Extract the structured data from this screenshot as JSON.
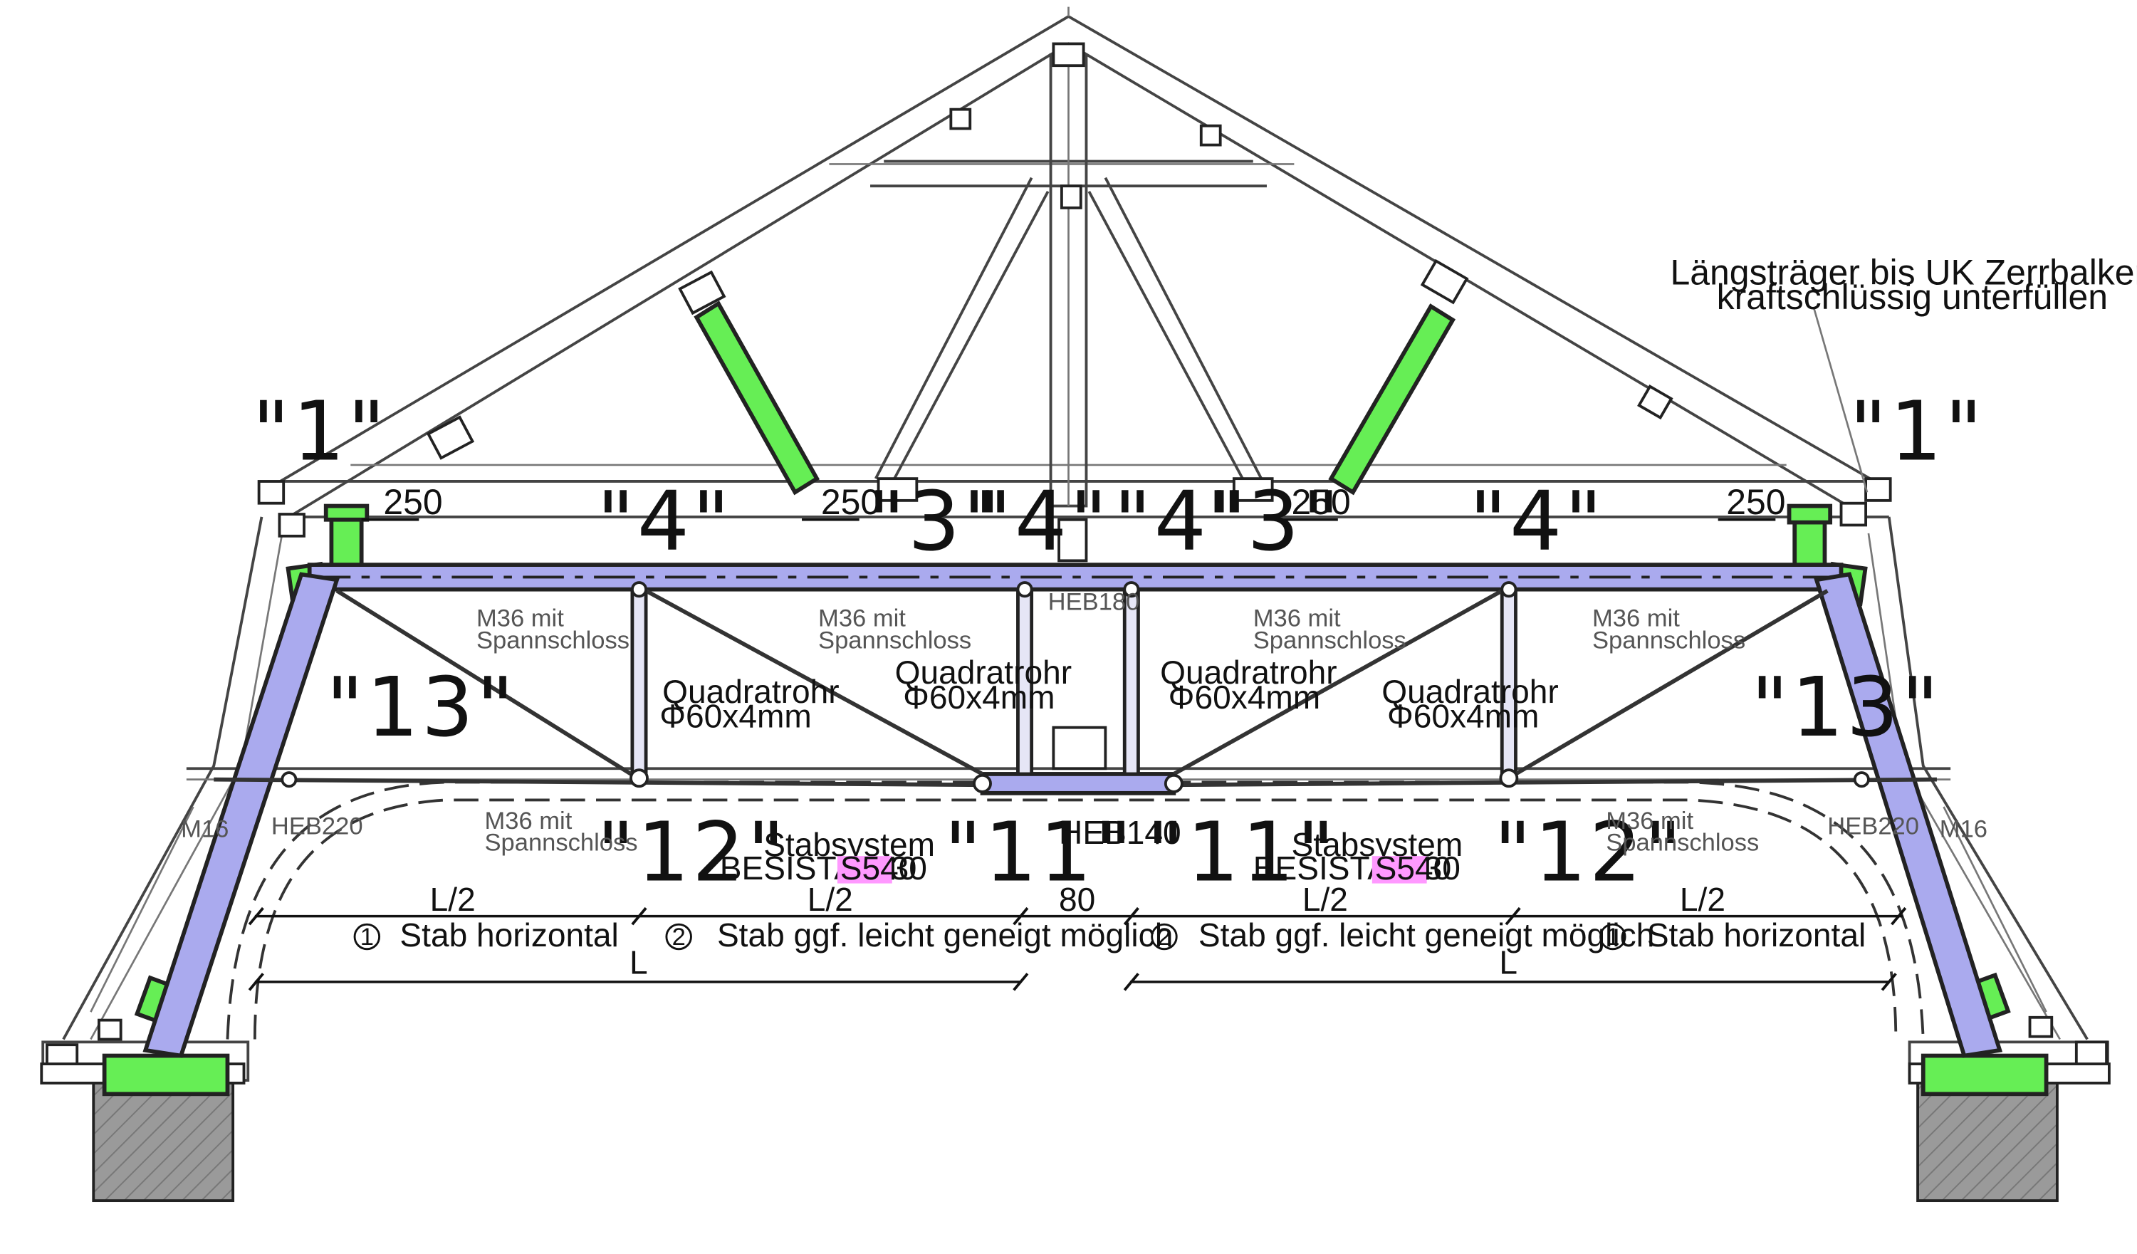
{
  "labels": {
    "zone_1_left": "\"1\"",
    "zone_1_right": "\"1\"",
    "zone_4_a": "\"4\"",
    "zone_3_a": "\"3\"",
    "zone_4_b": "\"4\"",
    "zone_4_c": "\"4\"",
    "zone_3_b": "\"3\"",
    "zone_4_d": "\"4\"",
    "zone_13_left": "\"13\"",
    "zone_13_right": "\"13\"",
    "zone_12_left": "\"12\"",
    "zone_11_left": "\"11\"",
    "zone_11_right": "\"11\"",
    "zone_12_right": "\"12\""
  },
  "note_top_right": {
    "line1": "Längsträger bis UK Zerrbalken",
    "line2": "kraftschlüssig unterfüllen"
  },
  "dimensions_250": [
    "250",
    "250",
    "250",
    "250"
  ],
  "profiles": {
    "heb180": "HEB180",
    "heb140": "HEB140",
    "heb220_left": "HEB220",
    "heb220_right": "HEB220",
    "m16_left": "M16",
    "m16_right": "M16"
  },
  "rods": {
    "m36_label": "M36 mit",
    "spann_label": "Spannschloss"
  },
  "quadratrohr": {
    "title": "Quadratrohr",
    "size": "Φ60x4mm"
  },
  "stabsystem": {
    "title": "Stabsystem",
    "spec": "BESISTA M30",
    "grade": "S540"
  },
  "span": {
    "half": "L/2",
    "gap": "80",
    "full": "L",
    "marker_1": "1",
    "marker_2": "2",
    "stab_horizontal": "Stab horizontal",
    "stab_geneigt": "Stab ggf. leicht geneigt möglich"
  },
  "colors": {
    "steel": "#aaaaee",
    "new_timber": "#66ee55",
    "highlight": "#ff99ff",
    "masonry": "#999999"
  }
}
